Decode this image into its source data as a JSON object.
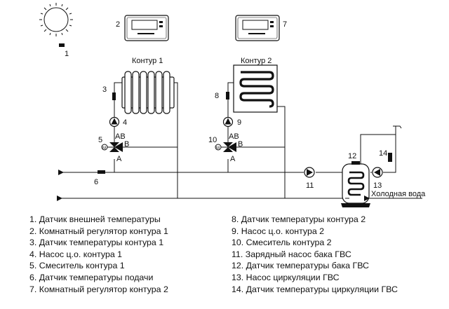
{
  "diagram": {
    "labels": {
      "n1": "1",
      "n2": "2",
      "n3": "3",
      "n4": "4",
      "n5": "5",
      "n6": "6",
      "n7": "7",
      "n8": "8",
      "n9": "9",
      "n10": "10",
      "n11": "11",
      "n12": "12",
      "n13": "13",
      "n14": "14",
      "circuit1": "Контур 1",
      "circuit2": "Контур 2",
      "ab1": "AB",
      "b1": "B",
      "a1": "A",
      "ab2": "AB",
      "b2": "B",
      "a2": "A",
      "m1": "M",
      "m2": "M",
      "cold_water": "Холодная вода"
    }
  },
  "legend": {
    "left": [
      "1. Датчик внешней температуры",
      "2. Комнатный регулятор контура 1",
      "3. Датчик температуры контура 1",
      "4. Насос ц.о. контура 1",
      "5. Смеситель контура 1",
      "6. Датчик температуры подачи",
      "7. Комнатный регулятор контура 2"
    ],
    "right": [
      "8. Датчик температуры контура 2",
      "9. Насос ц.о. контура 2",
      "10. Смеситель контура 2",
      "11. Зарядный насос бака ГВС",
      "12. Датчик температуры бака ГВС",
      "13. Насос циркуляции ГВС",
      "14. Датчик температуры циркуляции ГВС"
    ]
  }
}
